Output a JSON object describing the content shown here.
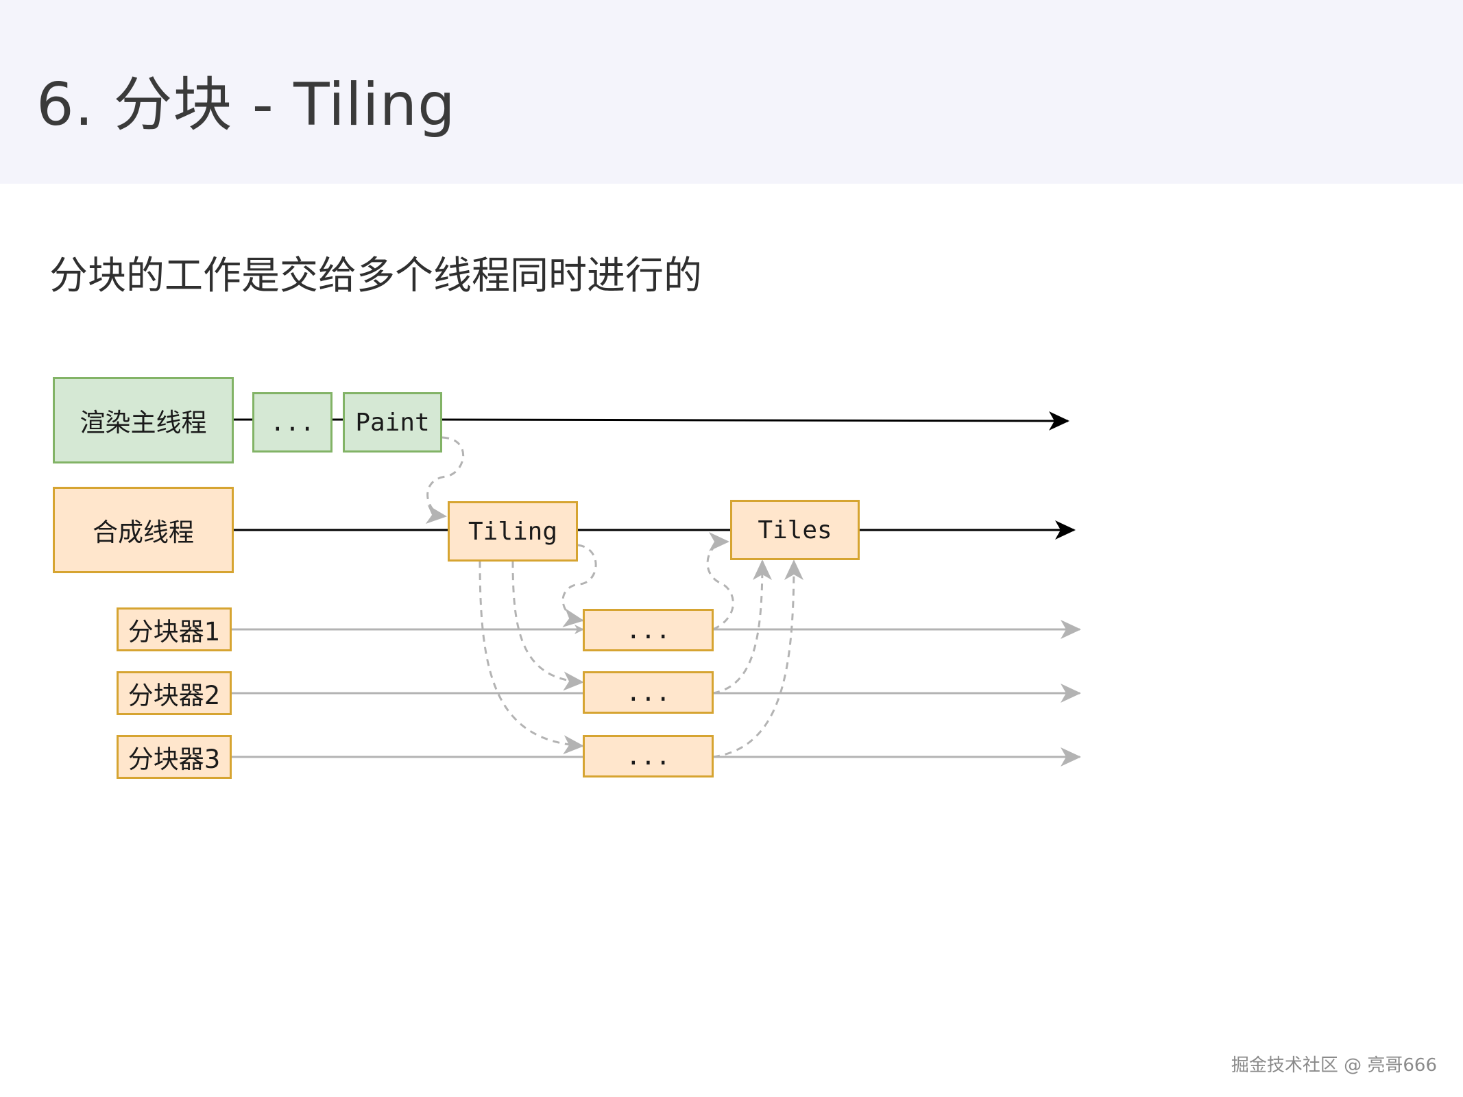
{
  "slide": {
    "title": "6. 分块 - Tiling",
    "subtitle": "分块的工作是交给多个线程同时进行的",
    "watermark": "掘金技术社区 @ 亮哥666"
  },
  "diagram": {
    "threads": {
      "main": "渲染主线程",
      "compositor": "合成线程",
      "tiler1": "分块器1",
      "tiler2": "分块器2",
      "tiler3": "分块器3"
    },
    "steps": {
      "main_ellipsis": "...",
      "paint": "Paint",
      "tiling": "Tiling",
      "tiles": "Tiles",
      "tiler1_task": "...",
      "tiler2_task": "...",
      "tiler3_task": "..."
    },
    "colors": {
      "main_fill": "#d5e8d4",
      "main_stroke": "#82b366",
      "worker_fill": "#ffe6cc",
      "worker_stroke": "#d6a431",
      "solid_line": "#000000",
      "faded_line": "#b3b3b3"
    }
  }
}
